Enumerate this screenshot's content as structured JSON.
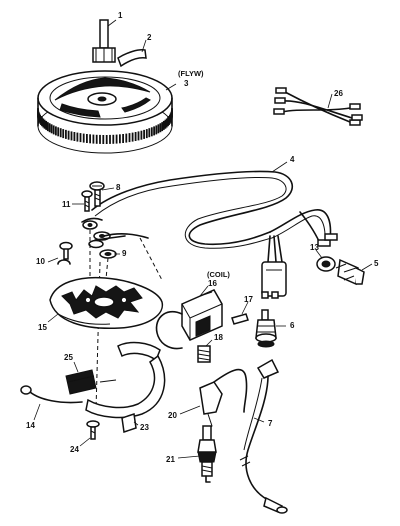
{
  "callouts": [
    {
      "id": "1",
      "text": "1"
    },
    {
      "id": "2",
      "text": "2"
    },
    {
      "id": "3",
      "text": "3"
    },
    {
      "id": "4",
      "text": "4"
    },
    {
      "id": "5",
      "text": "5"
    },
    {
      "id": "6",
      "text": "6"
    },
    {
      "id": "7",
      "text": "7"
    },
    {
      "id": "8",
      "text": "8"
    },
    {
      "id": "9",
      "text": "9"
    },
    {
      "id": "10",
      "text": "10"
    },
    {
      "id": "11",
      "text": "11"
    },
    {
      "id": "13",
      "text": "13"
    },
    {
      "id": "14",
      "text": "14"
    },
    {
      "id": "15",
      "text": "15"
    },
    {
      "id": "16",
      "text": "16"
    },
    {
      "id": "17",
      "text": "17"
    },
    {
      "id": "18",
      "text": "18"
    },
    {
      "id": "20",
      "text": "20"
    },
    {
      "id": "21",
      "text": "21"
    },
    {
      "id": "23",
      "text": "23"
    },
    {
      "id": "24",
      "text": "24"
    },
    {
      "id": "25",
      "text": "25"
    },
    {
      "id": "26",
      "text": "26"
    }
  ],
  "annotations": {
    "flywheel": "(FLYW)",
    "coil": "(COIL)"
  }
}
